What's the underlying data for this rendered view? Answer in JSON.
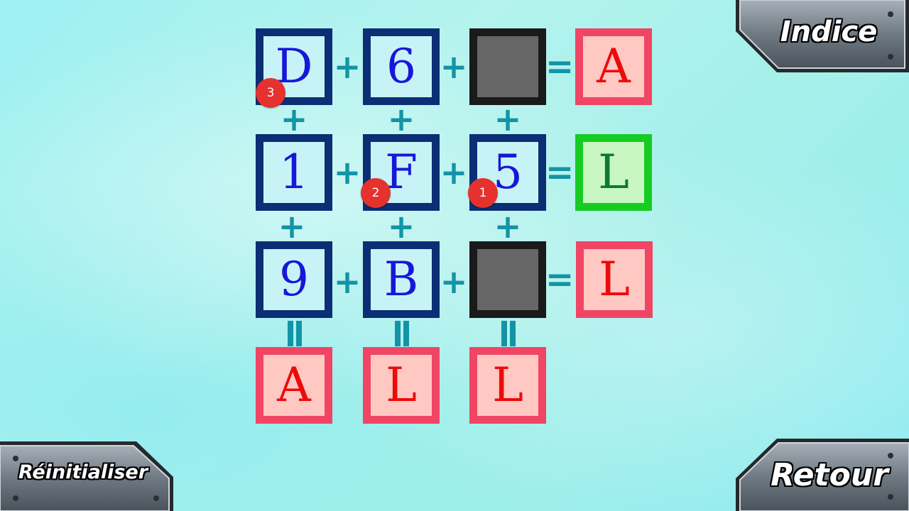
{
  "puzzle": {
    "rows": [
      {
        "cells": [
          "D",
          "6",
          ""
        ],
        "result": "A"
      },
      {
        "cells": [
          "1",
          "F",
          "5"
        ],
        "result": "L"
      },
      {
        "cells": [
          "9",
          "B",
          ""
        ],
        "result": "L"
      }
    ],
    "column_results": [
      "A",
      "L",
      "L"
    ],
    "cell_kinds": [
      [
        "blue",
        "blue",
        "gray"
      ],
      [
        "blue",
        "blue",
        "blue"
      ],
      [
        "blue",
        "blue",
        "gray"
      ]
    ],
    "row_result_kinds": [
      "red",
      "green",
      "red"
    ],
    "column_result_kinds": [
      "red",
      "red",
      "red"
    ],
    "operators": {
      "plus": "+",
      "equals": "="
    }
  },
  "markers": [
    "3",
    "2",
    "1"
  ],
  "buttons": {
    "hint": "Indice",
    "reset": "Réinitialiser",
    "back": "Retour"
  },
  "colors": {
    "cell_border": "#0b2e74",
    "cell_text": "#1717d8",
    "result_wrong_border": "#f04564",
    "result_correct_border": "#16cc22",
    "operator": "#1394a6",
    "marker": "#e5322e"
  }
}
